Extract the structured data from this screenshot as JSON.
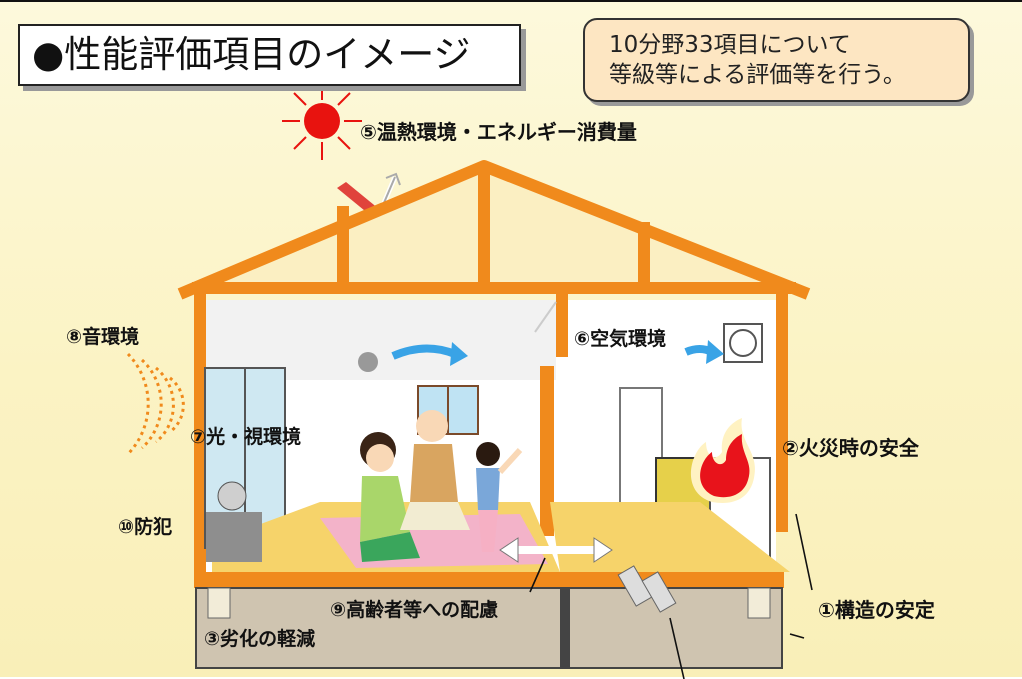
{
  "title": "●性能評価項目のイメージ",
  "note_line1": "10分野33項目について",
  "note_line2": "等級等による評価等を行う。",
  "labels": {
    "thermal": "⑤温熱環境・エネルギー消費量",
    "sound": "⑧音環境",
    "air": "⑥空気環境",
    "light": "⑦光・視環境",
    "fire": "②火災時の安全",
    "crime": "⑩防犯",
    "structure": "①構造の安定",
    "elderly": "⑨高齢者等への配慮",
    "deterioration": "③劣化の軽減"
  },
  "colors": {
    "frame": "#f08a1c",
    "sun": "#e8130f",
    "airflow": "#39a3e6",
    "floor": "#f6d36a",
    "rug": "#f3b3c9"
  }
}
